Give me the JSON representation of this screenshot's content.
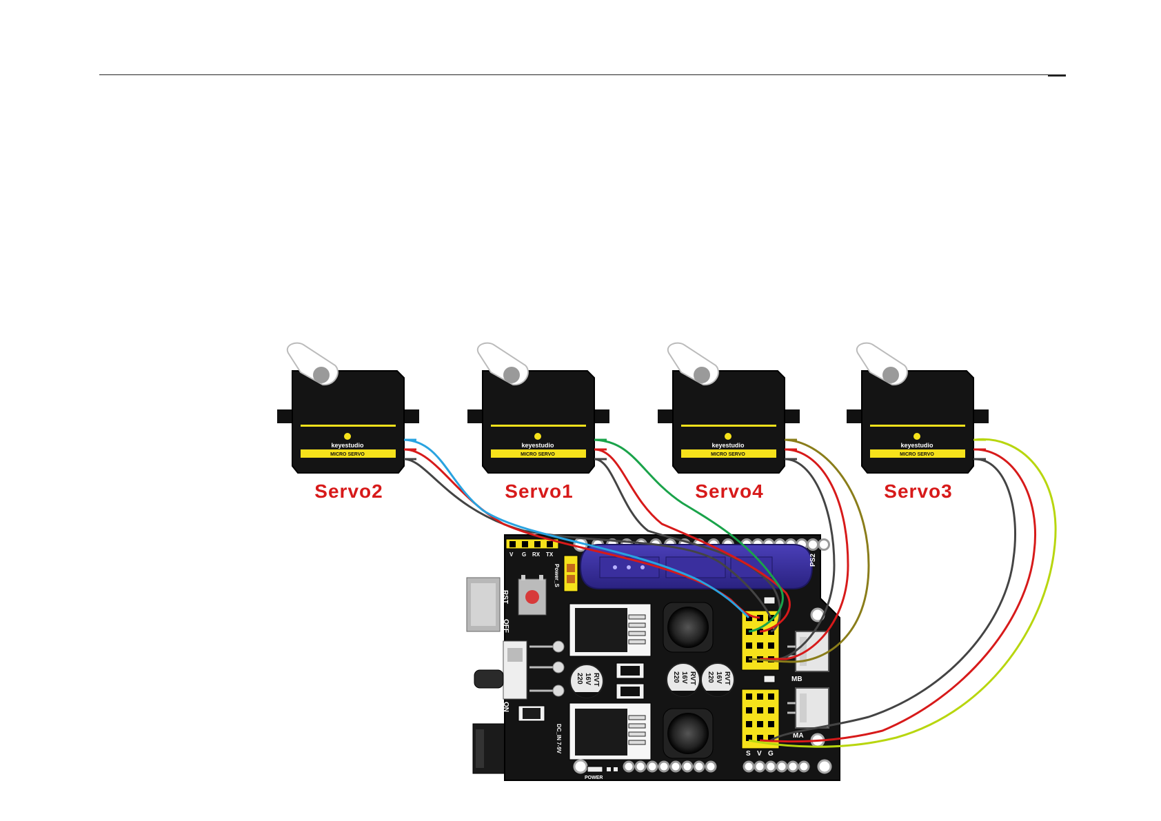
{
  "servos": [
    {
      "id": "servo2",
      "caption": "Servo2",
      "brand": "keyestudio",
      "model": "MICRO SERVO",
      "signal_color": "#29a3e0"
    },
    {
      "id": "servo1",
      "caption": "Servo1",
      "brand": "keyestudio",
      "model": "MICRO SERVO",
      "signal_color": "#1aa34a"
    },
    {
      "id": "servo4",
      "caption": "Servo4",
      "brand": "keyestudio",
      "model": "MICRO SERVO",
      "signal_color": "#8a7d1a"
    },
    {
      "id": "servo3",
      "caption": "Servo3",
      "brand": "keyestudio",
      "model": "MICRO SERVO",
      "signal_color": "#b8d60f"
    }
  ],
  "wire_colors": {
    "vcc": "#d71a1a",
    "gnd": "#444444"
  },
  "board": {
    "serial_header": [
      "V",
      "G",
      "RX",
      "TX"
    ],
    "power_s": "Power_S",
    "rst": "RST",
    "off": "OFF",
    "on": "ON",
    "ps2": "PS2",
    "mb": "MB",
    "ma": "MA",
    "svg_pins": [
      "S",
      "V",
      "G"
    ],
    "dc_in": "DC_IN 7-9V",
    "power_led": "POWER",
    "cap_text": [
      "220",
      "16V",
      "RVT"
    ],
    "pcb_color": "#141414",
    "header_color": "#f6e21b"
  }
}
